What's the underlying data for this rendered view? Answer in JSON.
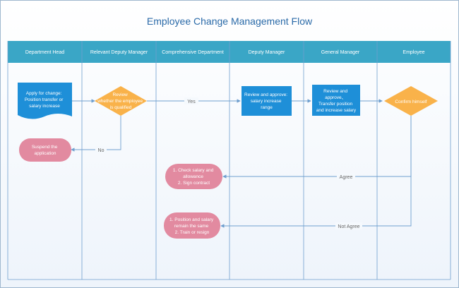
{
  "title": "Employee Change Management Flow",
  "lanes": [
    {
      "label": "Department Head"
    },
    {
      "label": "Relevant Deputy Manager"
    },
    {
      "label": "Comprehensive Department"
    },
    {
      "label": "Deputy Manager"
    },
    {
      "label": "General Manager"
    },
    {
      "label": "Employee"
    }
  ],
  "nodes": {
    "apply": [
      "Apply for change:",
      "Position transfer or",
      "salary increase"
    ],
    "review_deputy": [
      "Review",
      "whether the employee",
      "is qualified"
    ],
    "suspend": [
      "Suspend the",
      "application"
    ],
    "deputy_approve": [
      "Review and approve:",
      "salary increase",
      "range"
    ],
    "gm_approve": [
      "Review and",
      "approve、",
      "Transfer position",
      "and increase salary"
    ],
    "confirm": [
      "Confirm himself"
    ],
    "check_salary": [
      "1. Check salary and",
      "allowance",
      "2. Sign contract"
    ],
    "remain": [
      "1. Position and salary",
      "remain the same",
      "2. Train or resign"
    ]
  },
  "edges": {
    "yes": "Yes",
    "no": "No",
    "agree": "Agree",
    "not_agree": "Not Agree"
  },
  "colors": {
    "header": "#3aa6c6",
    "title": "#2a6aa8",
    "process_blue": "#1e8fd8",
    "decision_orange": "#f9b24a",
    "terminal_pink": "#e28aa0",
    "line": "#6f9fcf"
  }
}
